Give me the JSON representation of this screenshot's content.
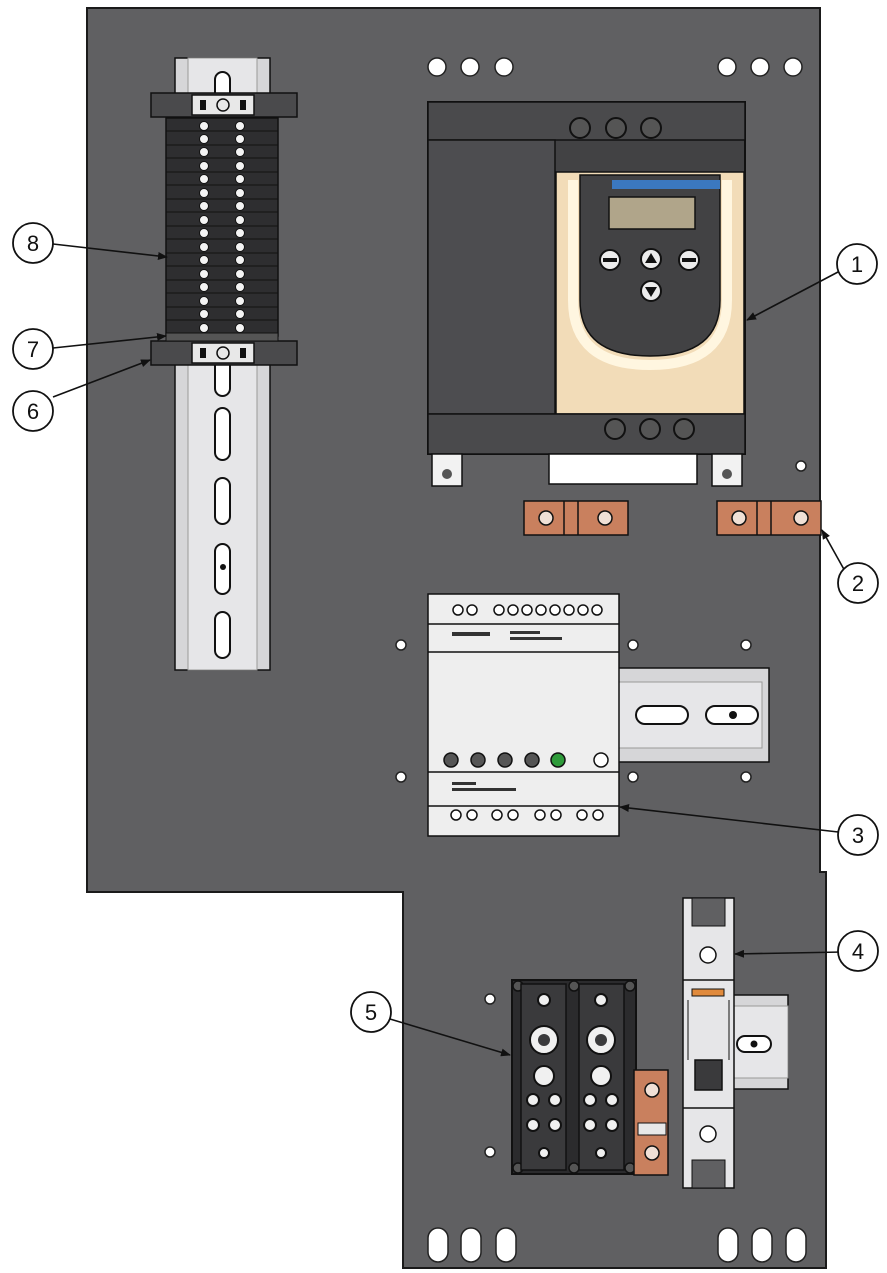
{
  "callouts": [
    {
      "id": "1",
      "label": "1"
    },
    {
      "id": "2",
      "label": "2"
    },
    {
      "id": "3",
      "label": "3"
    },
    {
      "id": "4",
      "label": "4"
    },
    {
      "id": "5",
      "label": "5"
    },
    {
      "id": "6",
      "label": "6"
    },
    {
      "id": "7",
      "label": "7"
    },
    {
      "id": "8",
      "label": "8"
    }
  ],
  "colors": {
    "panel": "#606062",
    "starter_body": "#424244",
    "keypad_face": "#f2dcb8",
    "copper": "#c9805e",
    "rail": "#d6d6d8",
    "module": "#eeeeee",
    "display": "#b0a58a",
    "display_strip": "#3b78c0"
  },
  "icons": {
    "keypad_left": "minus-circle-icon",
    "keypad_up": "up-arrow-circle-icon",
    "keypad_right": "minus-circle-icon",
    "keypad_down": "down-arrow-circle-icon",
    "status_led_green": "led-icon"
  }
}
